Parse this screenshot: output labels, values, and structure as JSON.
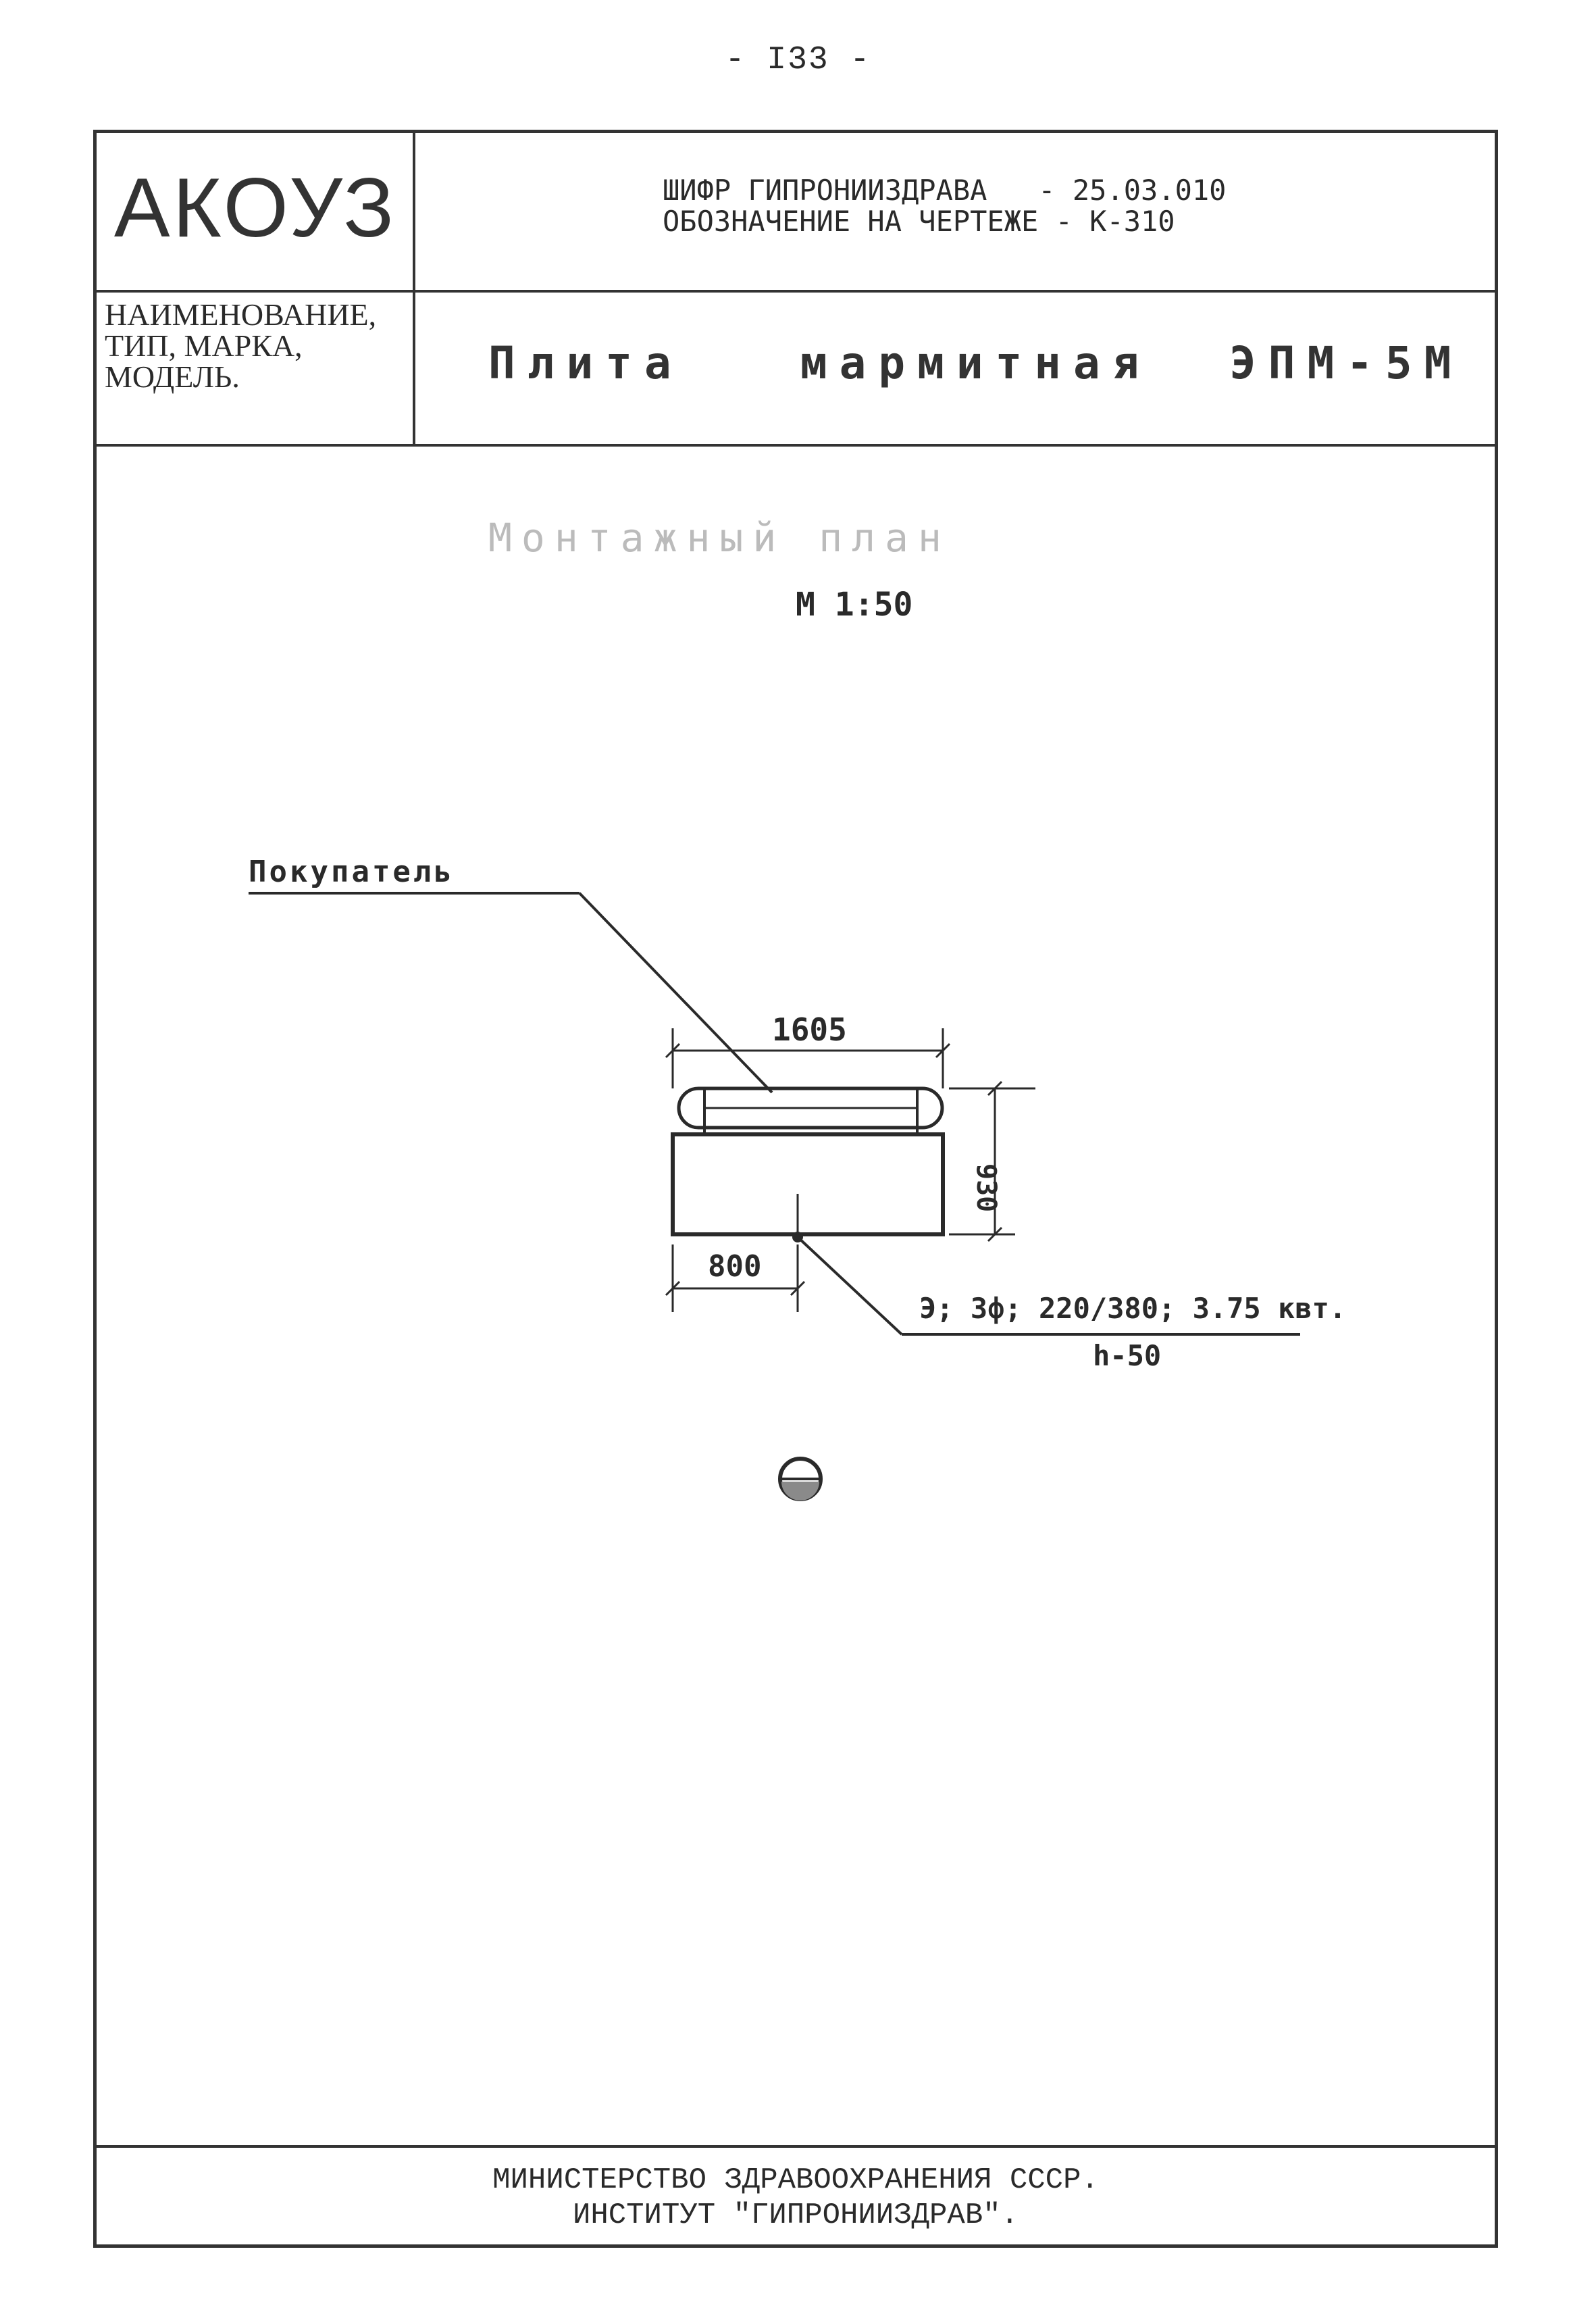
{
  "page_number": "- I33 -",
  "header": {
    "logo": "АКОУЗ",
    "code_line_1": "ШИФР ГИПРОНИИЗДРАВА   - 25.03.010",
    "code_line_2": "ОБОЗНАЧЕНИЕ НА ЧЕРТЕЖЕ - К-310",
    "name_label": [
      "НАИМЕНОВАНИЕ,",
      "ТИП, МАРКА,",
      "МОДЕЛЬ."
    ],
    "model_title": "Плита   мармитная  ЭПМ-5М"
  },
  "drawing": {
    "subtitle": "Монтажный план",
    "scale": "М 1:50",
    "leader_label": "Покупатель",
    "dim_width": "1605",
    "dim_depth": "930",
    "dim_offset": "800",
    "power_spec": "Э; 3ф; 220/380; 3.75 квт.",
    "height_note": "h-50"
  },
  "footer": {
    "line_1": "МИНИСТЕРСТВО ЗДРАВООХРАНЕНИЯ СССР.",
    "line_2": "ИНСТИТУТ \"ГИПРОНИИЗДРАВ\"."
  }
}
